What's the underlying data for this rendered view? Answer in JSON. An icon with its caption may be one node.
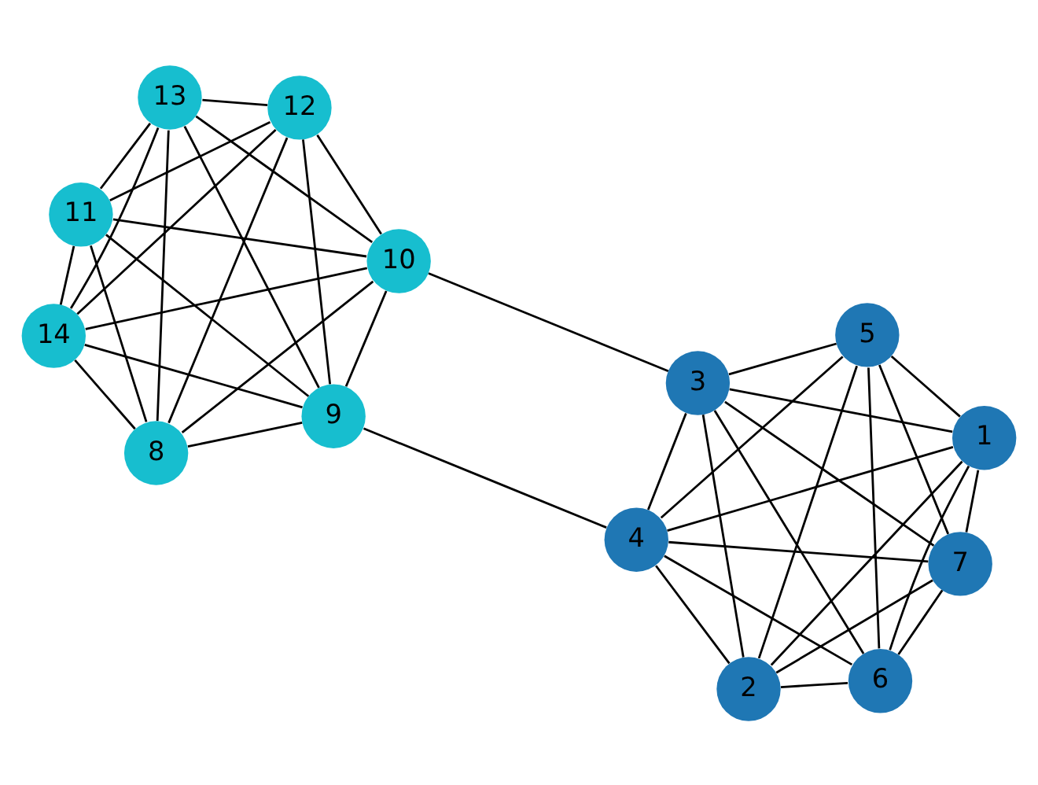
{
  "diagram": {
    "nodes": [
      {
        "text": [
          "14"
        ]
      },
      {
        "text": [
          "12"
        ]
      },
      {
        "text": [
          "8"
        ]
      },
      {
        "text": [
          "11"
        ]
      },
      {
        "text": [
          "13"
        ]
      },
      {
        "text": [
          "10"
        ]
      },
      {
        "text": [
          "9"
        ]
      },
      {
        "text": [
          "3"
        ]
      },
      {
        "text": [
          "4"
        ]
      },
      {
        "text": [
          "6"
        ]
      },
      {
        "text": [
          "2"
        ]
      },
      {
        "text": [
          "5"
        ]
      },
      {
        "text": [
          "7"
        ]
      },
      {
        "text": [
          "1"
        ]
      }
    ],
    "edges": [
      {
        "from": 0,
        "to": 1,
        "arrow": "none"
      },
      {
        "from": 0,
        "to": 2,
        "arrow": "none"
      },
      {
        "from": 0,
        "to": 3,
        "arrow": "none"
      },
      {
        "from": 0,
        "to": 4,
        "arrow": "none"
      },
      {
        "from": 0,
        "to": 5,
        "arrow": "none"
      },
      {
        "from": 0,
        "to": 6,
        "arrow": "none"
      },
      {
        "from": 1,
        "to": 2,
        "arrow": "none"
      },
      {
        "from": 1,
        "to": 3,
        "arrow": "none"
      },
      {
        "from": 1,
        "to": 4,
        "arrow": "none"
      },
      {
        "from": 1,
        "to": 5,
        "arrow": "none"
      },
      {
        "from": 1,
        "to": 6,
        "arrow": "none"
      },
      {
        "from": 2,
        "to": 3,
        "arrow": "none"
      },
      {
        "from": 2,
        "to": 4,
        "arrow": "none"
      },
      {
        "from": 2,
        "to": 5,
        "arrow": "none"
      },
      {
        "from": 2,
        "to": 6,
        "arrow": "none"
      },
      {
        "from": 3,
        "to": 4,
        "arrow": "none"
      },
      {
        "from": 3,
        "to": 5,
        "arrow": "none"
      },
      {
        "from": 3,
        "to": 6,
        "arrow": "none"
      },
      {
        "from": 4,
        "to": 5,
        "arrow": "none"
      },
      {
        "from": 4,
        "to": 6,
        "arrow": "none"
      },
      {
        "from": 5,
        "to": 6,
        "arrow": "none"
      },
      {
        "from": 5,
        "to": 7,
        "arrow": "none"
      },
      {
        "from": 6,
        "to": 8,
        "arrow": "none"
      },
      {
        "from": 7,
        "to": 8,
        "arrow": "none"
      },
      {
        "from": 7,
        "to": 9,
        "arrow": "none"
      },
      {
        "from": 7,
        "to": 10,
        "arrow": "none"
      },
      {
        "from": 7,
        "to": 11,
        "arrow": "none"
      },
      {
        "from": 7,
        "to": 12,
        "arrow": "none"
      },
      {
        "from": 7,
        "to": 13,
        "arrow": "none"
      },
      {
        "from": 8,
        "to": 9,
        "arrow": "none"
      },
      {
        "from": 8,
        "to": 10,
        "arrow": "none"
      },
      {
        "from": 8,
        "to": 11,
        "arrow": "none"
      },
      {
        "from": 8,
        "to": 12,
        "arrow": "none"
      },
      {
        "from": 8,
        "to": 13,
        "arrow": "none"
      },
      {
        "from": 9,
        "to": 10,
        "arrow": "none"
      },
      {
        "from": 9,
        "to": 11,
        "arrow": "none"
      },
      {
        "from": 9,
        "to": 12,
        "arrow": "none"
      },
      {
        "from": 9,
        "to": 13,
        "arrow": "none"
      },
      {
        "from": 10,
        "to": 11,
        "arrow": "none"
      },
      {
        "from": 10,
        "to": 12,
        "arrow": "none"
      },
      {
        "from": 10,
        "to": 13,
        "arrow": "none"
      },
      {
        "from": 11,
        "to": 12,
        "arrow": "none"
      },
      {
        "from": 11,
        "to": 13,
        "arrow": "none"
      },
      {
        "from": 12,
        "to": 13,
        "arrow": "none"
      }
    ]
  }
}
